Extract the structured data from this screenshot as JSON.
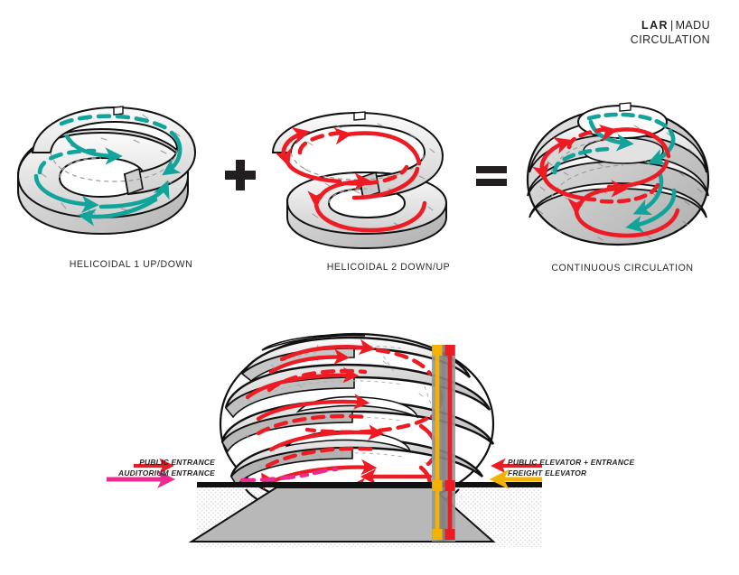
{
  "header": {
    "brand": "LAR",
    "separator": "|",
    "project": "MADU",
    "subtitle": "CIRCULATION"
  },
  "operators": {
    "plus": "+",
    "equals": "="
  },
  "diagrams": [
    {
      "id": "helicoidal-1",
      "caption": "HELICOIDAL 1 UP/DOWN",
      "arrow_color": "#12a39a",
      "arrow_label": "teal-circulation-arrows"
    },
    {
      "id": "helicoidal-2",
      "caption": "HELICOIDAL 2 DOWN/UP",
      "arrow_color": "#ed1c24",
      "arrow_label": "red-circulation-arrows"
    },
    {
      "id": "continuous-circulation",
      "caption": "CONTINUOUS CIRCULATION",
      "arrow_color": "#ed1c24",
      "arrow_color_secondary": "#12a39a",
      "arrow_label": "combined-circulation-arrows"
    }
  ],
  "section": {
    "annotations": {
      "public_entrance": "PUBLIC ENTRANCE",
      "auditorium_entrance": "AUDITORIUM ENTRANCE",
      "public_elevator": "PUBLIC ELEVATOR + ENTRANCE",
      "freight_elevator": "FREIGHT ELEVATOR"
    }
  },
  "colors": {
    "red": "#ed1c24",
    "teal": "#12a39a",
    "magenta": "#ec2a8f",
    "yellow": "#f5b301",
    "ink": "#231f20",
    "slab_light": "#f2f2f2",
    "slab_mid": "#d5d5d5",
    "slab_dark": "#a8a8a8",
    "ground_fill": "#b8b8b8",
    "hatch": "#e9e9e9"
  }
}
